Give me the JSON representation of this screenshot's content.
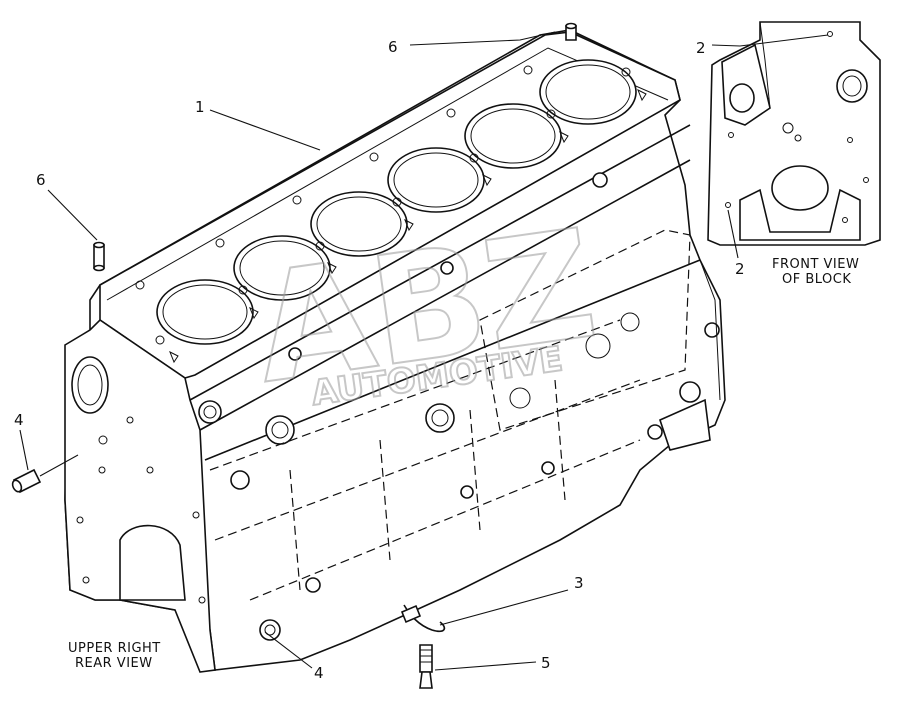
{
  "callouts": {
    "c1": "1",
    "c2a": "2",
    "c2b": "2",
    "c3": "3",
    "c4a": "4",
    "c4b": "4",
    "c5": "5",
    "c6a": "6",
    "c6b": "6"
  },
  "captions": {
    "front_line1": "FRONT VIEW",
    "front_line2": "OF BLOCK",
    "rear_line1": "UPPER RIGHT",
    "rear_line2": "REAR VIEW"
  },
  "watermark": {
    "main": "ABZ",
    "sub": "AUTOMOTIVE"
  }
}
